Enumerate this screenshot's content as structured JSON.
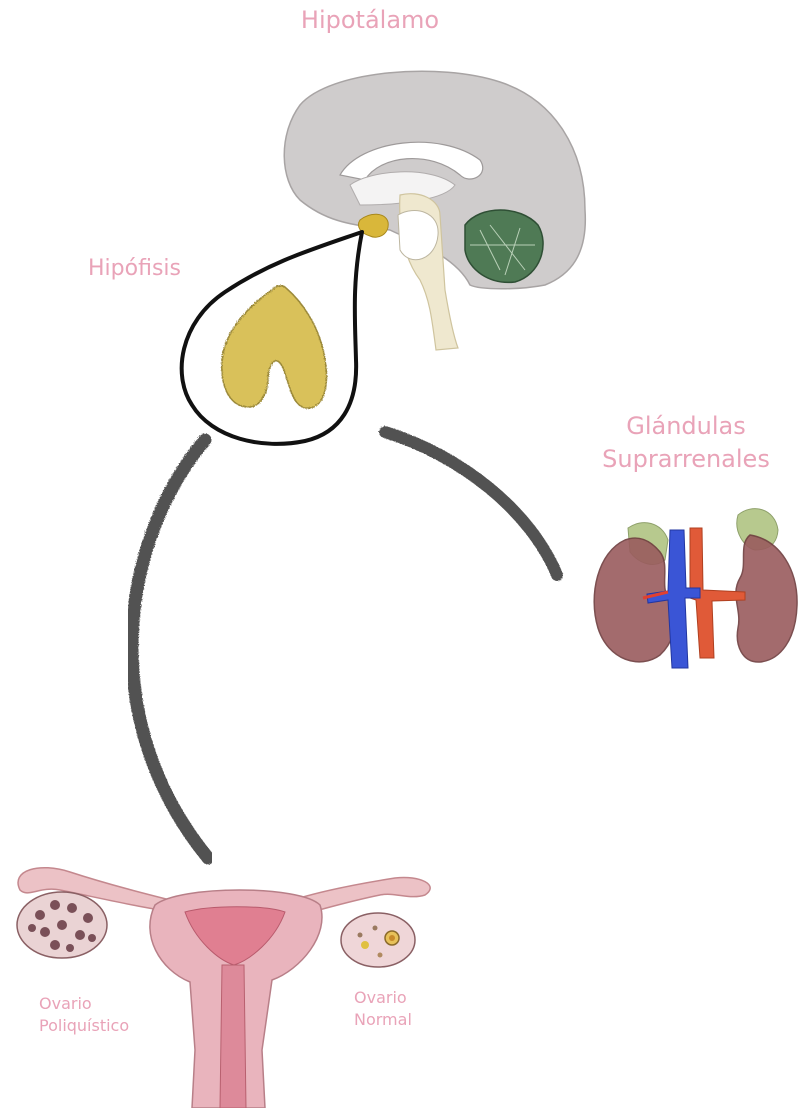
{
  "labels": {
    "hypothalamus": "Hipotálamo",
    "pituitary": "Hipófisis",
    "adrenal_line1": "Glándulas",
    "adrenal_line2": "Suprarrenales",
    "polycystic_line1": "Ovario",
    "polycystic_line2": "Poliquístico",
    "normal_line1": "Ovario",
    "normal_line2": "Normal"
  },
  "colors": {
    "label_pink": "#e9a3b8",
    "brain_gray": "#c9c6c6",
    "cerebellum_green": "#4f7a55",
    "pituitary_yellow": "#d9c15a",
    "adrenal_green": "#b7c98e",
    "kidney_red": "#9a5c5e",
    "vein_blue": "#3a55d6",
    "artery_red": "#e05a38",
    "uterus_pink": "#e9b4bd",
    "arrow_dark": "#3a3a3a"
  },
  "icons": [
    "brain-illustration",
    "pituitary-gland-illustration",
    "kidneys-adrenal-illustration",
    "uterus-ovaries-illustration"
  ]
}
